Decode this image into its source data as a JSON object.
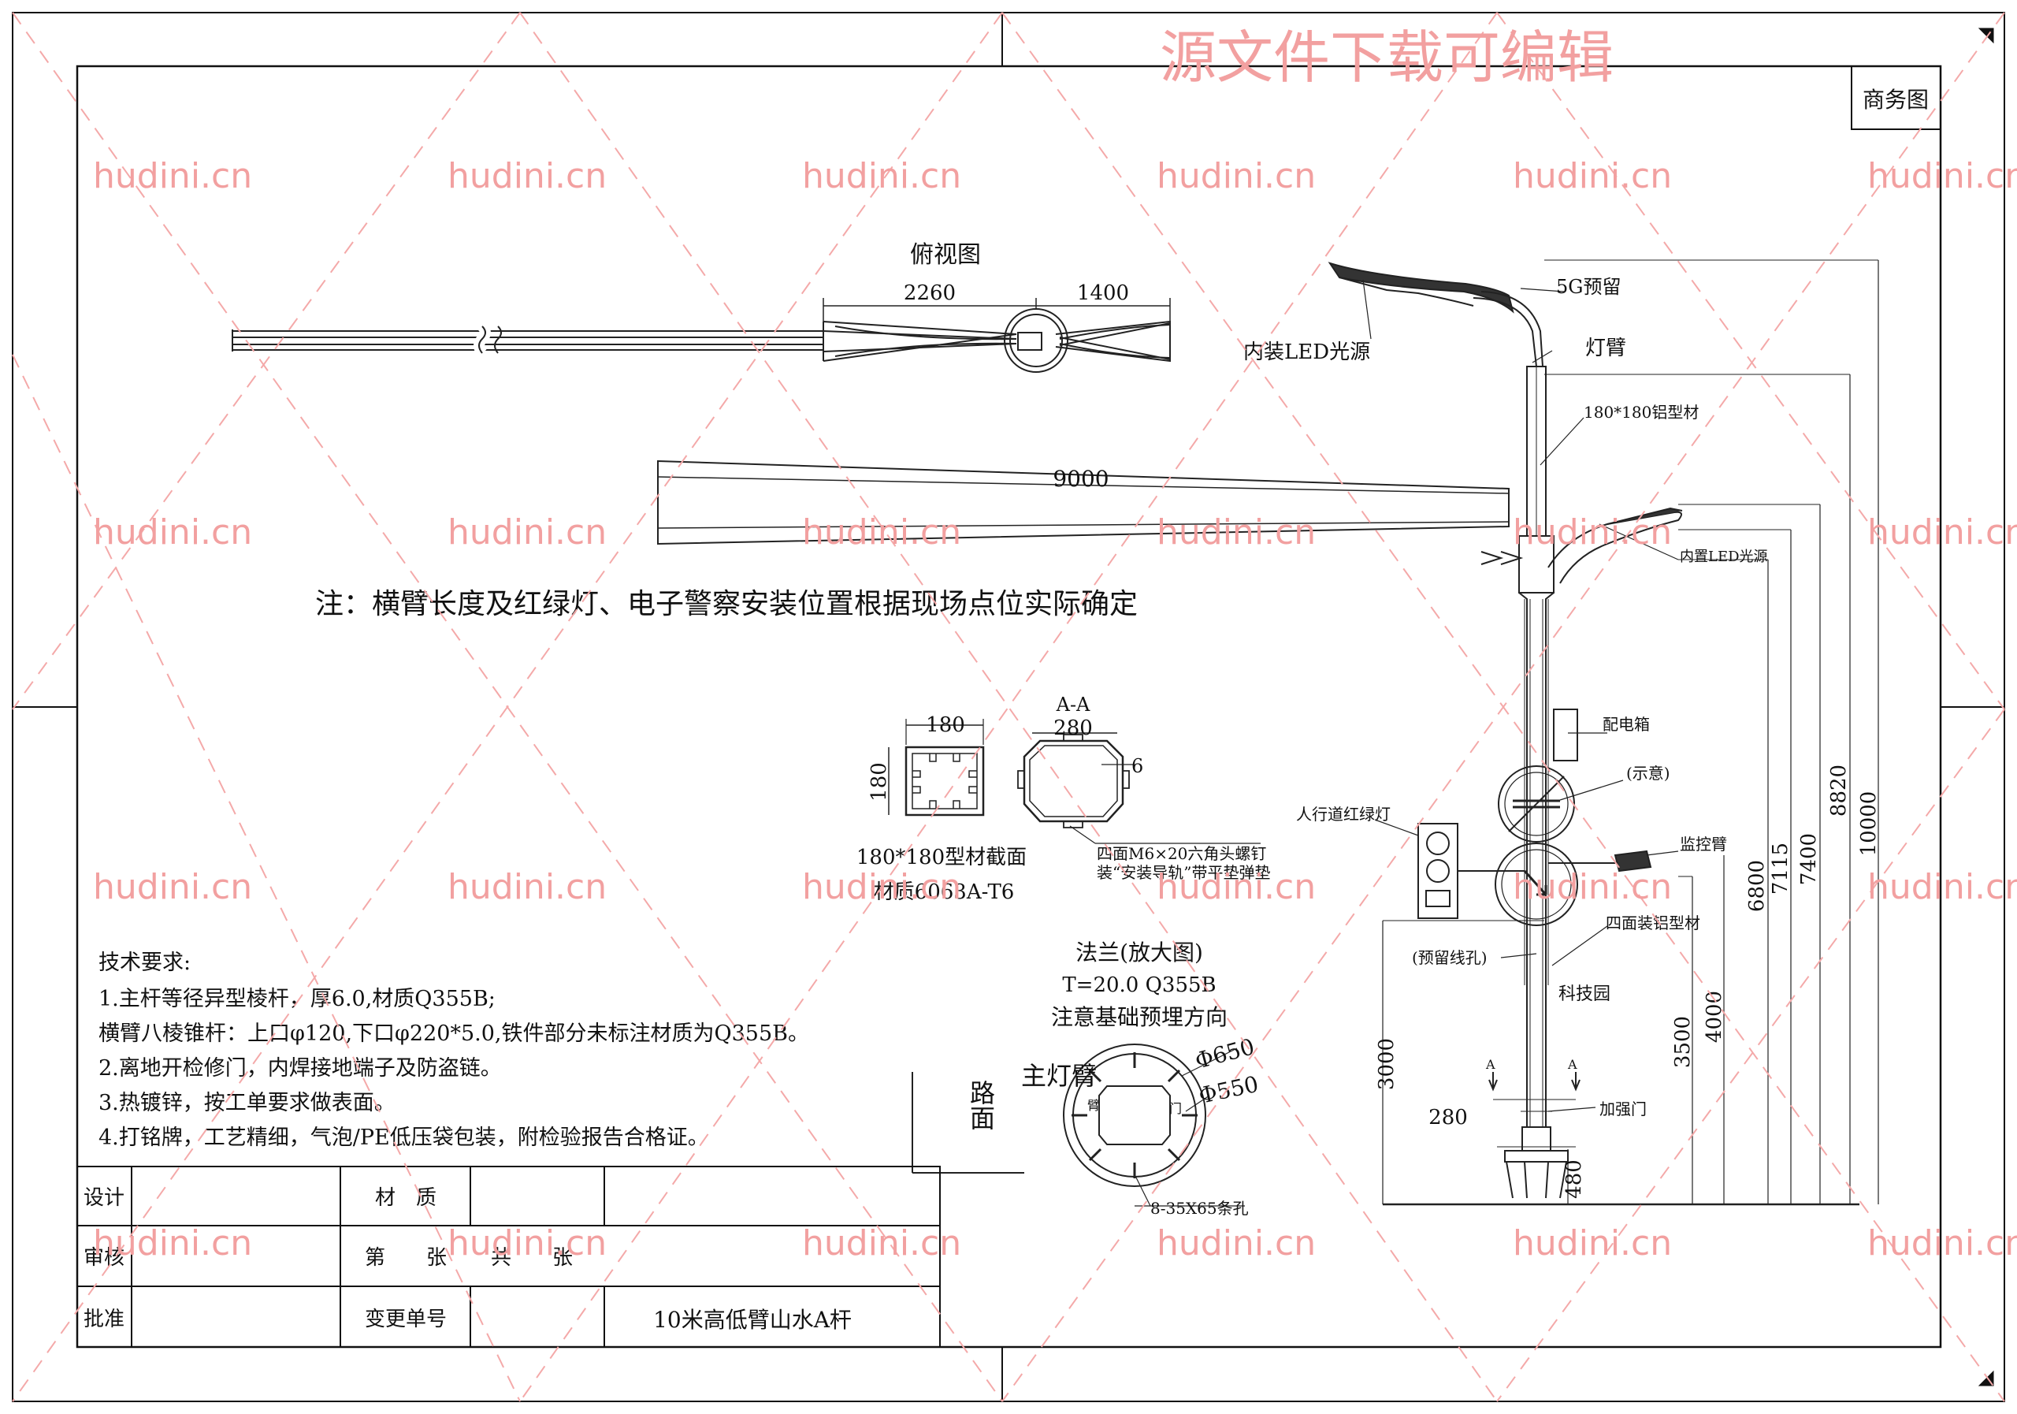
{
  "watermark": {
    "top_banner": "源文件下载可编辑",
    "site": "hudini.cn"
  },
  "sheet": {
    "corner_tag": "商务图"
  },
  "top_view": {
    "title": "俯视图",
    "dim_left": "2260",
    "dim_right": "1400"
  },
  "crossarm": {
    "length": "9000"
  },
  "note": "注：横臂长度及红绿灯、电子警察安装位置根据现场点位实际确定",
  "profile_section": {
    "width": "180",
    "height": "180",
    "caption1": "180*180型材截面",
    "caption2": "材质6063A-T6"
  },
  "section_aa": {
    "title": "A-A",
    "width": "280",
    "thickness": "6",
    "bolt_note1": "四面M6×20六角头螺钉",
    "bolt_note2": "装“安装导轨”带平垫弹垫"
  },
  "flange": {
    "title": "法兰(放大图)",
    "spec": "T=20.0 Q355B",
    "note": "注意基础预埋方向",
    "d_outer": "Φ650",
    "d_inner": "Φ550",
    "holes": "8-35X65条孔",
    "road_label": "路面",
    "arm_label": "主灯臂",
    "small_left": "臂",
    "small_right": "门"
  },
  "tech": {
    "title": "技术要求:",
    "items": [
      "1.主杆等径异型棱杆，厚6.0,材质Q355B;",
      "横臂八棱锥杆：上口φ120,下口φ220*5.0,铁件部分未标注材质为Q355B。",
      "2.离地开检修门，内焊接地端子及防盗链。",
      "3.热镀锌，按工单要求做表面。",
      "4.打铭牌，工艺精细，气泡/PE低压袋包装，附检验报告合格证。"
    ]
  },
  "title_block": {
    "design": "设计",
    "review": "审核",
    "approve": "批准",
    "material": "材　质",
    "sheet_no": "第　　张",
    "sheet_total": "共　　张",
    "change_no": "变更单号",
    "drawing_name": "10米高低臂山水A杆"
  },
  "elevation": {
    "labels": {
      "g5": "5G预留",
      "led_main": "内装LED光源",
      "lamp_arm": "灯臂",
      "profile": "180*180铝型材",
      "led_aux": "内置LED光源",
      "dist_box": "配电箱",
      "schematic": "(示意)",
      "ped_light": "人行道红绿灯",
      "monitor_arm": "监控臂",
      "four_side": "四面装铝型材",
      "wire_hole": "(预留线孔)",
      "sci_park": "科技园",
      "door": "加强门",
      "section_a": "A"
    },
    "dims": {
      "d10000": "10000",
      "d8820": "8820",
      "d7400": "7400",
      "d7115": "7115",
      "d6800": "6800",
      "d4000": "4000",
      "d3500": "3500",
      "d3000": "3000",
      "d480": "480",
      "d280": "280"
    }
  }
}
